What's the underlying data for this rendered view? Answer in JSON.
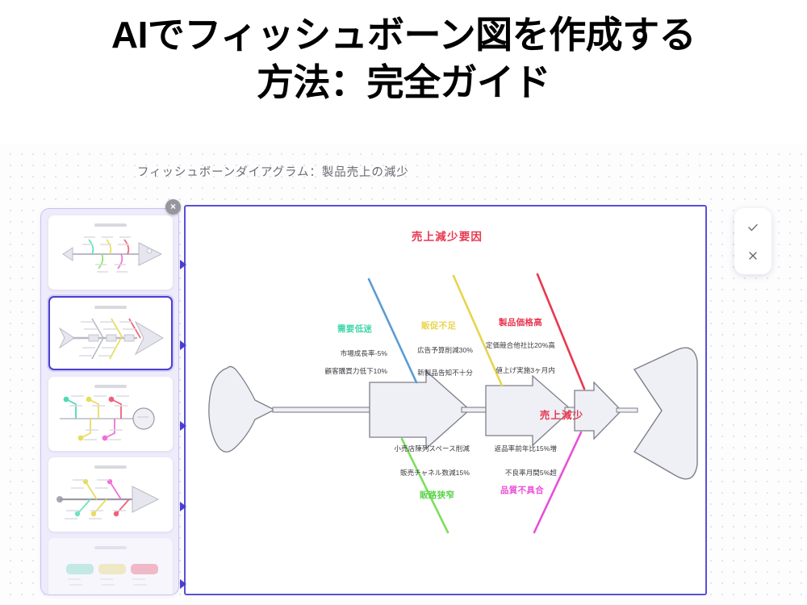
{
  "title": {
    "line1": "AIでフィッシュボーン図を作成する",
    "line2": "方法：完全ガイド"
  },
  "canvas": {
    "heading": "フィッシュボーンダイアグラム：製品売上の減少",
    "close_label": "×"
  },
  "sidebar": {
    "items": [
      {
        "name": "thumbnail-style-1",
        "selected": false
      },
      {
        "name": "thumbnail-style-2",
        "selected": true
      },
      {
        "name": "thumbnail-style-3",
        "selected": false
      },
      {
        "name": "thumbnail-style-4",
        "selected": false
      },
      {
        "name": "thumbnail-style-5",
        "selected": false
      }
    ]
  },
  "action_panel": {
    "accept_label": "✓",
    "reject_label": "✕"
  },
  "chart_data": {
    "type": "diagram",
    "diagram_type": "fishbone",
    "title": "売上減少要因",
    "effect": "売上減少",
    "colors": {
      "title": "#e8384f",
      "effect": "#e8384f",
      "spine": "#8a8a92",
      "board_border": "#5b4fd6"
    },
    "branches": [
      {
        "label": "需要低迷",
        "color": "#3ed6a8",
        "line_color": "#5b9bd5",
        "side": "top",
        "causes": [
          "市場成長率-5%",
          "顧客購買力低下10%"
        ]
      },
      {
        "label": "販促不足",
        "color": "#e8d44d",
        "line_color": "#e8d44d",
        "side": "top",
        "causes": [
          "広告予算削減30%",
          "新製品告知不十分"
        ]
      },
      {
        "label": "製品価格高",
        "color": "#e8384f",
        "line_color": "#e8384f",
        "side": "top",
        "causes": [
          "定価競合他社比20%高",
          "値上げ実施3ヶ月内"
        ]
      },
      {
        "label": "販路狭窄",
        "color": "#5ad44a",
        "line_color": "#7ede5c",
        "side": "bottom",
        "causes": [
          "小売店陳列スペース削減",
          "販売チャネル数減15%"
        ]
      },
      {
        "label": "品質不具合",
        "color": "#e84fd6",
        "line_color": "#e84fd6",
        "side": "bottom",
        "causes": [
          "返品率前年比15%増",
          "不良率月間5%超"
        ]
      }
    ]
  }
}
